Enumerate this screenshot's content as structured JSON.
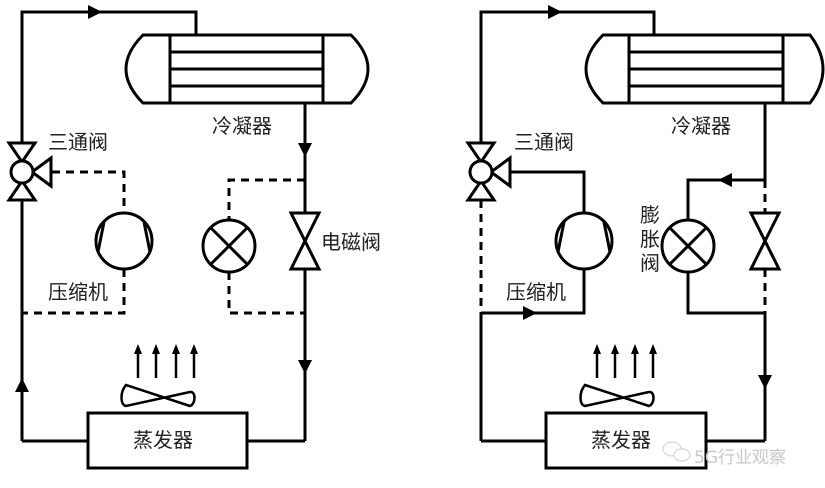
{
  "diagrams": [
    {
      "id": "left",
      "condenser_label": "冷凝器",
      "three_way_valve_label": "三通阀",
      "compressor_label": "压缩机",
      "solenoid_valve_label": "电磁阀",
      "evaporator_label": "蒸发器",
      "active_path": "solenoid-valve-bypass"
    },
    {
      "id": "right",
      "condenser_label": "冷凝器",
      "three_way_valve_label": "三通阀",
      "compressor_label": "压缩机",
      "expansion_valve_label": "膨胀阀",
      "evaporator_label": "蒸发器",
      "active_path": "compressor-expansion-valve"
    }
  ],
  "watermark": {
    "icon": "wechat-bubble-icon",
    "text": "5G行业观察"
  },
  "colors": {
    "line": "#000000",
    "label": "#222222",
    "watermark": "#c8c8c8"
  }
}
